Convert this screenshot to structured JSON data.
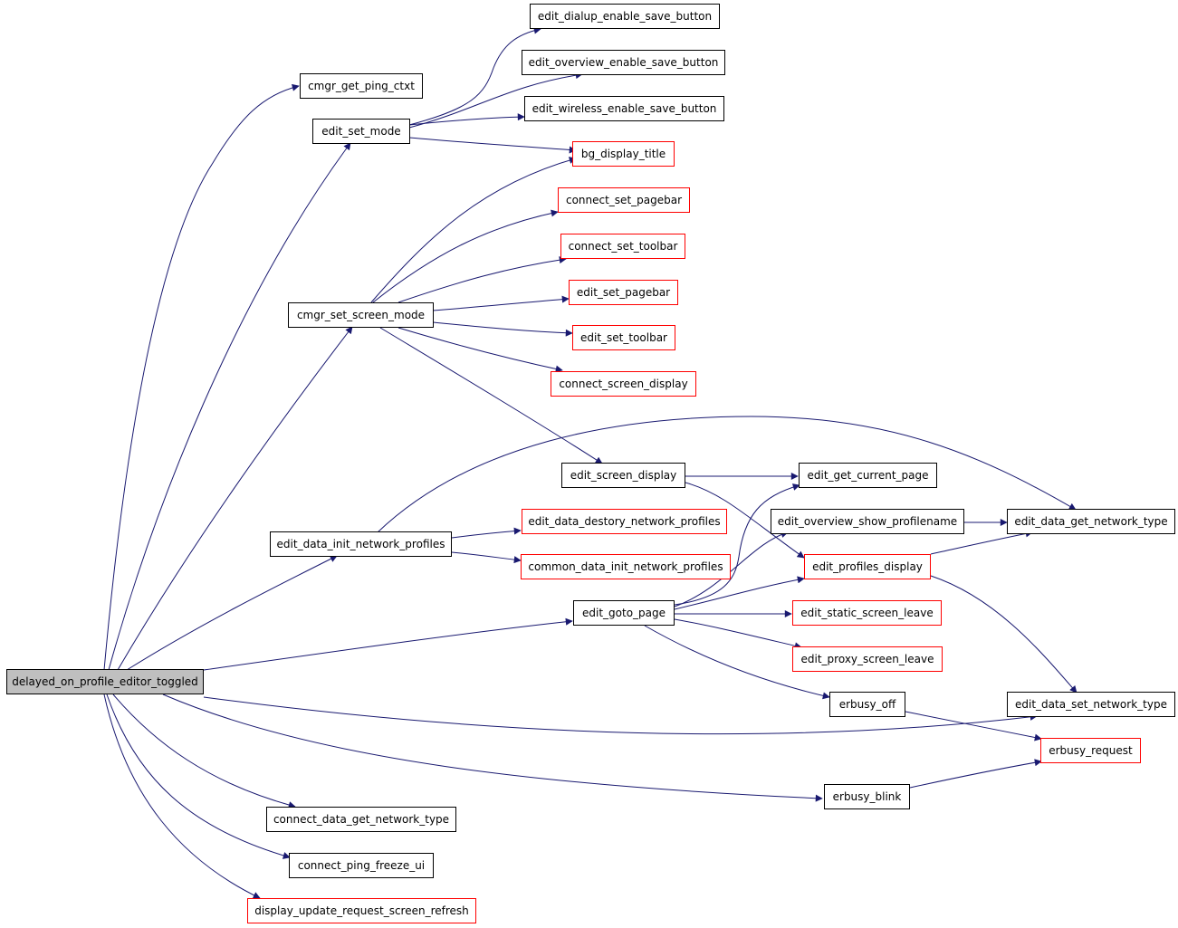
{
  "colors": {
    "edge": "#191970",
    "node_border": "#000000",
    "node_border_undocumented": "#ff0000",
    "root_fill": "#bfbfbf"
  },
  "nodes": {
    "root": "delayed_on_profile_editor_toggled",
    "cmgr_get_ping_ctxt": "cmgr_get_ping_ctxt",
    "edit_set_mode": "edit_set_mode",
    "edit_dialup_enable_save_button": "edit_dialup_enable_save_button",
    "edit_overview_enable_save_button": "edit_overview_enable_save_button",
    "edit_wireless_enable_save_button": "edit_wireless_enable_save_button",
    "bg_display_title": "bg_display_title",
    "connect_set_pagebar": "connect_set_pagebar",
    "connect_set_toolbar": "connect_set_toolbar",
    "edit_set_pagebar": "edit_set_pagebar",
    "edit_set_toolbar": "edit_set_toolbar",
    "connect_screen_display": "connect_screen_display",
    "cmgr_set_screen_mode": "cmgr_set_screen_mode",
    "edit_screen_display": "edit_screen_display",
    "edit_get_current_page": "edit_get_current_page",
    "edit_overview_show_profilename": "edit_overview_show_profilename",
    "edit_data_get_network_type": "edit_data_get_network_type",
    "edit_data_init_network_profiles": "edit_data_init_network_profiles",
    "edit_data_destory_network_profiles": "edit_data_destory_network_profiles",
    "common_data_init_network_profiles": "common_data_init_network_profiles",
    "edit_profiles_display": "edit_profiles_display",
    "edit_goto_page": "edit_goto_page",
    "edit_static_screen_leave": "edit_static_screen_leave",
    "edit_proxy_screen_leave": "edit_proxy_screen_leave",
    "erbusy_off": "erbusy_off",
    "edit_data_set_network_type": "edit_data_set_network_type",
    "erbusy_request": "erbusy_request",
    "erbusy_blink": "erbusy_blink",
    "connect_data_get_network_type": "connect_data_get_network_type",
    "connect_ping_freeze_ui": "connect_ping_freeze_ui",
    "display_update_request_screen_refresh": "display_update_request_screen_refresh"
  }
}
